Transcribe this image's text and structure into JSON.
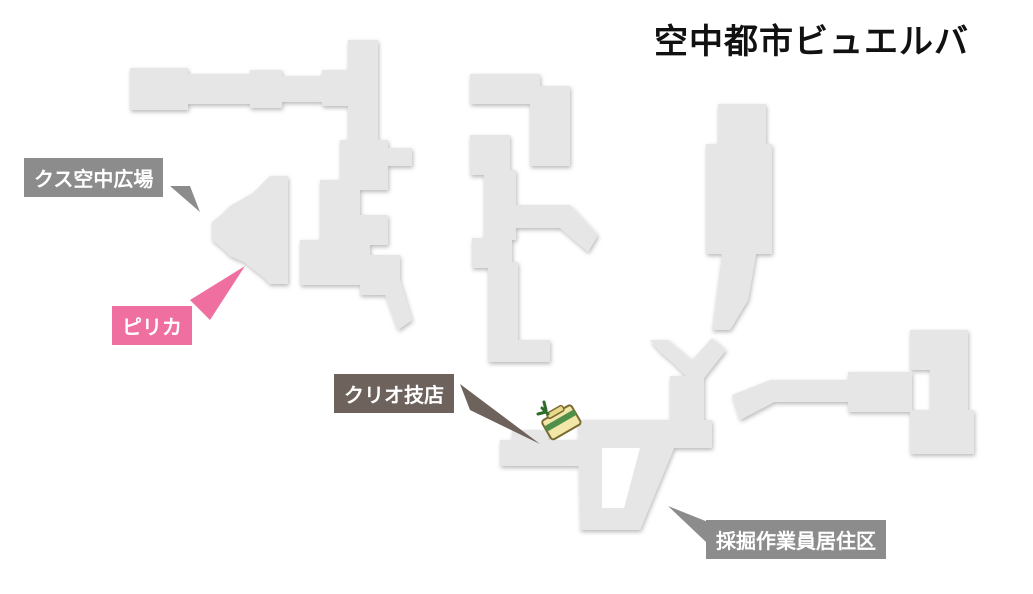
{
  "map": {
    "title": "空中都市ビュエルバ",
    "colors": {
      "floor": "#e6e6e6",
      "floor_shadow": "#bdbdbd",
      "area_label": "#8c8c8c",
      "npc_label": "#ee6fa0",
      "shop_label": "#6e625c"
    },
    "labels": [
      {
        "id": "kusu",
        "text": "クス空中広場",
        "kind": "area"
      },
      {
        "id": "pirika",
        "text": "ピリカ",
        "kind": "npc"
      },
      {
        "id": "kurio",
        "text": "クリオ技店",
        "kind": "shop"
      },
      {
        "id": "saikutsu",
        "text": "採掘作業員居住区",
        "kind": "area"
      }
    ],
    "marker_icon": "shop-bag-icon"
  }
}
